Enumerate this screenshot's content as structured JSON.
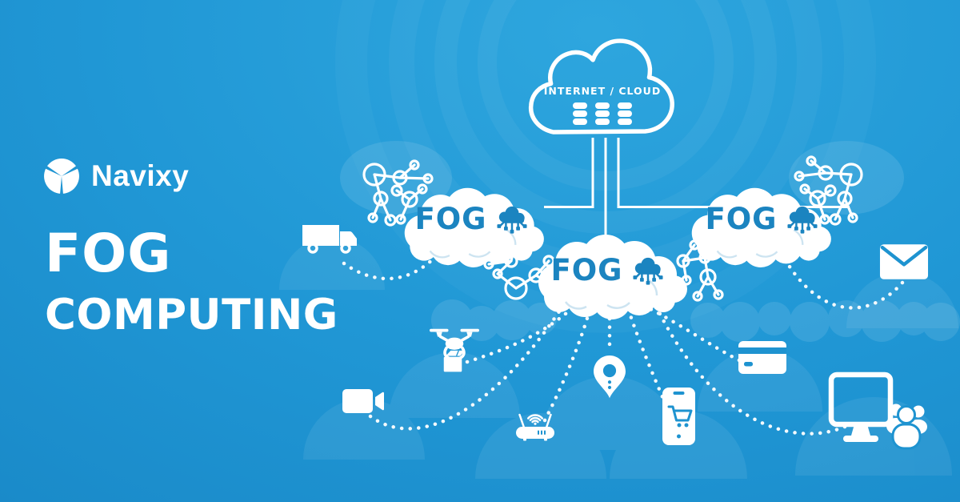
{
  "brand": {
    "name": "Navixy",
    "logo_icon": "navixy-logo-icon"
  },
  "title": {
    "line1": "FOG",
    "line2": "COMPUTING"
  },
  "internet_cloud": {
    "label": "INTERNET / CLOUD",
    "icon": "database-server-icon",
    "database_stacks": 3
  },
  "fog_nodes": [
    {
      "label": "FOG",
      "icon": "fog-cloud-network-icon"
    },
    {
      "label": "FOG",
      "icon": "fog-cloud-network-icon"
    },
    {
      "label": "FOG",
      "icon": "fog-cloud-network-icon"
    }
  ],
  "edge_devices": [
    "delivery-truck-icon",
    "mail-envelope-icon",
    "delivery-drone-icon",
    "video-camera-icon",
    "wifi-router-icon",
    "location-pin-icon",
    "mobile-shopping-icon",
    "credit-card-icon",
    "desktop-users-icon"
  ],
  "colors": {
    "background_top": "#2ea6de",
    "background_bottom": "#1682c1",
    "accent_blue": "#1b84c0",
    "icon_cut_blue": "#1e93d0",
    "foreground": "#ffffff"
  }
}
